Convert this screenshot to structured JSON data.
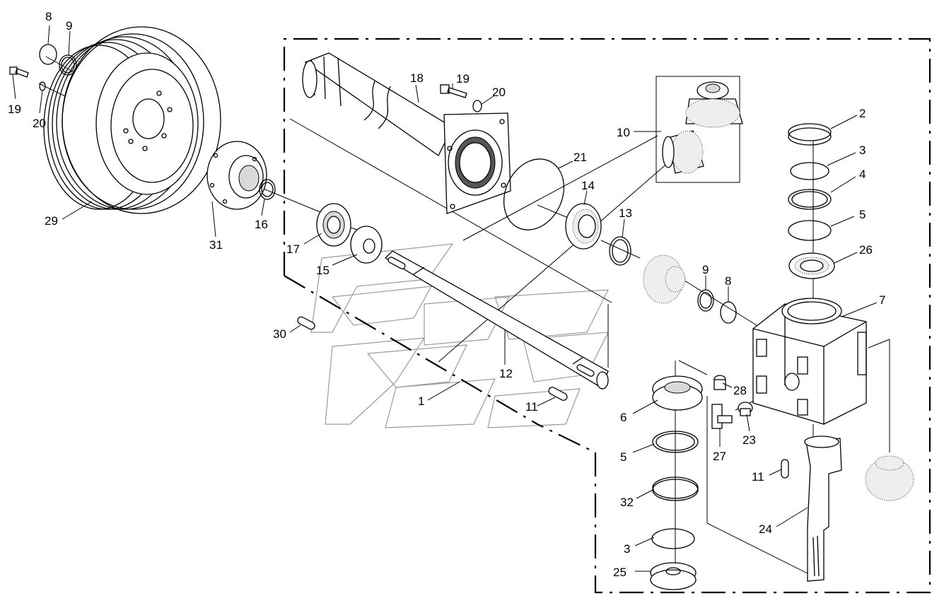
{
  "diagram": {
    "callouts": [
      {
        "id": "c-8a",
        "text": "8"
      },
      {
        "id": "c-9a",
        "text": "9"
      },
      {
        "id": "c-19a",
        "text": "19"
      },
      {
        "id": "c-20a",
        "text": "20"
      },
      {
        "id": "c-29",
        "text": "29"
      },
      {
        "id": "c-31",
        "text": "31"
      },
      {
        "id": "c-16",
        "text": "16"
      },
      {
        "id": "c-17",
        "text": "17"
      },
      {
        "id": "c-15",
        "text": "15"
      },
      {
        "id": "c-30",
        "text": "30"
      },
      {
        "id": "c-18",
        "text": "18"
      },
      {
        "id": "c-19b",
        "text": "19"
      },
      {
        "id": "c-20b",
        "text": "20"
      },
      {
        "id": "c-21",
        "text": "21"
      },
      {
        "id": "c-14",
        "text": "14"
      },
      {
        "id": "c-13",
        "text": "13"
      },
      {
        "id": "c-10",
        "text": "10"
      },
      {
        "id": "c-12",
        "text": "12"
      },
      {
        "id": "c-1",
        "text": "1"
      },
      {
        "id": "c-11a",
        "text": "11"
      },
      {
        "id": "c-9b",
        "text": "9"
      },
      {
        "id": "c-8b",
        "text": "8"
      },
      {
        "id": "c-2",
        "text": "2"
      },
      {
        "id": "c-3a",
        "text": "3"
      },
      {
        "id": "c-4",
        "text": "4"
      },
      {
        "id": "c-5a",
        "text": "5"
      },
      {
        "id": "c-26",
        "text": "26"
      },
      {
        "id": "c-7",
        "text": "7"
      },
      {
        "id": "c-6",
        "text": "6"
      },
      {
        "id": "c-28",
        "text": "28"
      },
      {
        "id": "c-27",
        "text": "27"
      },
      {
        "id": "c-23",
        "text": "23"
      },
      {
        "id": "c-5b",
        "text": "5"
      },
      {
        "id": "c-32",
        "text": "32"
      },
      {
        "id": "c-3b",
        "text": "3"
      },
      {
        "id": "c-25",
        "text": "25"
      },
      {
        "id": "c-11b",
        "text": "11"
      },
      {
        "id": "c-24",
        "text": "24"
      }
    ]
  }
}
